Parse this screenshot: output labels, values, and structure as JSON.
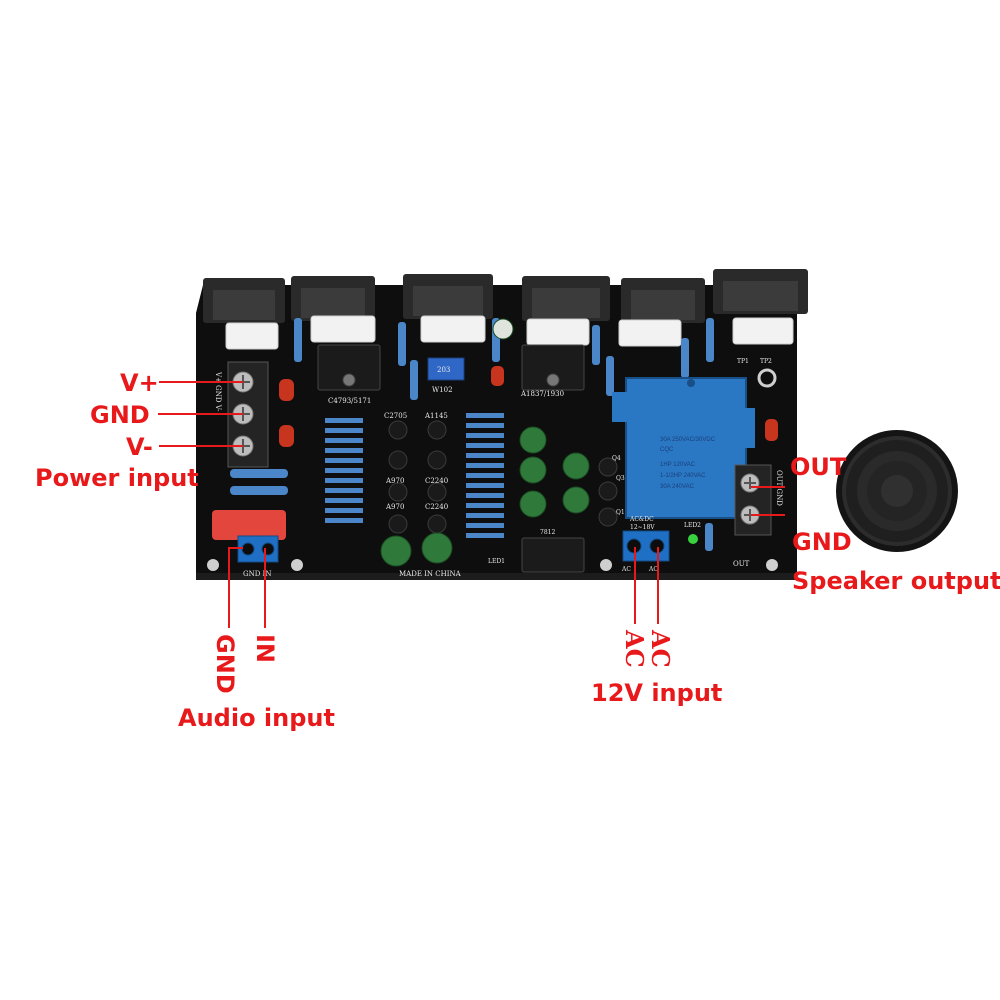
{
  "labels": {
    "v_plus": "V+",
    "gnd_power": "GND",
    "v_minus": "V-",
    "power_input": "Power input",
    "out": "OUT",
    "gnd_speaker": "GND",
    "speaker_output": "Speaker output",
    "audio_gnd": "GND",
    "audio_in": "IN",
    "audio_input": "Audio input",
    "ac_left": "AC",
    "ac_right": "AC",
    "input_12v": "12V input"
  },
  "board": {
    "silkscreen": {
      "transistor_left": "C4793/5171",
      "transistor_right": "A1837/1930",
      "pot": "W102",
      "pot_value": "203",
      "c2705": "C2705",
      "a1145": "A1145",
      "a970_1": "A970",
      "a970_2": "A970",
      "c2240_1": "C2240",
      "c2240_2": "C2240",
      "made_in": "MADE IN CHINA",
      "led1": "LED1",
      "led2": "LED2",
      "tp1": "TP1",
      "tp2": "TP2",
      "out_mark": "OUT",
      "ac_dc": "AC&DC",
      "ac_dc_range": "12~18V",
      "ac_mark_1": "AC",
      "ac_mark_2": "AC",
      "gnd_in_mark": "GND IN",
      "power_mark": "V+ GND V-",
      "speaker_mark": "OUT GND",
      "q1": "Q1",
      "q3": "Q3",
      "q4": "Q4",
      "reg": "7812"
    },
    "relay": {
      "line1": "30A  250VAC/30VDC",
      "line2": "CQC",
      "line3": "1HP 120VAC",
      "line4": "1-1/2HP 240VAC",
      "line5": "30A  240VAC"
    }
  },
  "colors": {
    "callout": "#e8191b",
    "pcb": "#101010",
    "relay": "#2a78c4",
    "terminal_blue": "#1f6fc4"
  }
}
